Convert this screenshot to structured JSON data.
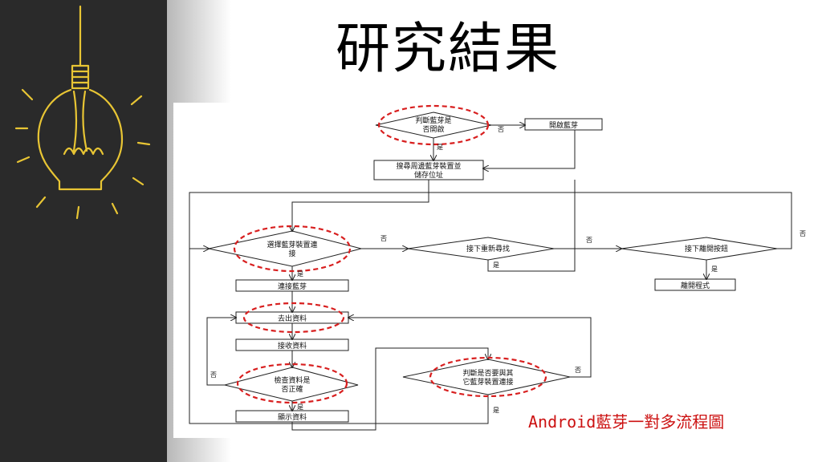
{
  "slide": {
    "title": "研究結果",
    "caption": "Android藍芽一對多流程圖"
  },
  "flowchart": {
    "nodes": {
      "check_bt": [
        "判斷藍芽是",
        "否開啟"
      ],
      "enable_bt": "開啟藍芽",
      "search_store": [
        "搜尋周邊藍芽裝置並",
        "儲存位址"
      ],
      "select_device": [
        "選擇藍芽裝置連",
        "接"
      ],
      "next_research": "接下重新尋找",
      "exit_next": "接下離開按鈕",
      "exit_program": "離開程式",
      "connect_bt": "連接藍芽",
      "fetch_data": "去出資料",
      "receive_data": "接收資料",
      "check_data": [
        "檢查資料是",
        "否正確"
      ],
      "show_data": "顯示資料",
      "other_devices": [
        "判斷是否要與其",
        "它藍芽裝置連接"
      ]
    },
    "labels": {
      "no": "否",
      "yes": "是"
    }
  },
  "colors": {
    "left_panel": "#2a2a2a",
    "bulb": "#e8c534",
    "highlight": "#d81f1f",
    "caption": "#cc1111"
  },
  "icons": {
    "decoration": "lightbulb-icon"
  }
}
